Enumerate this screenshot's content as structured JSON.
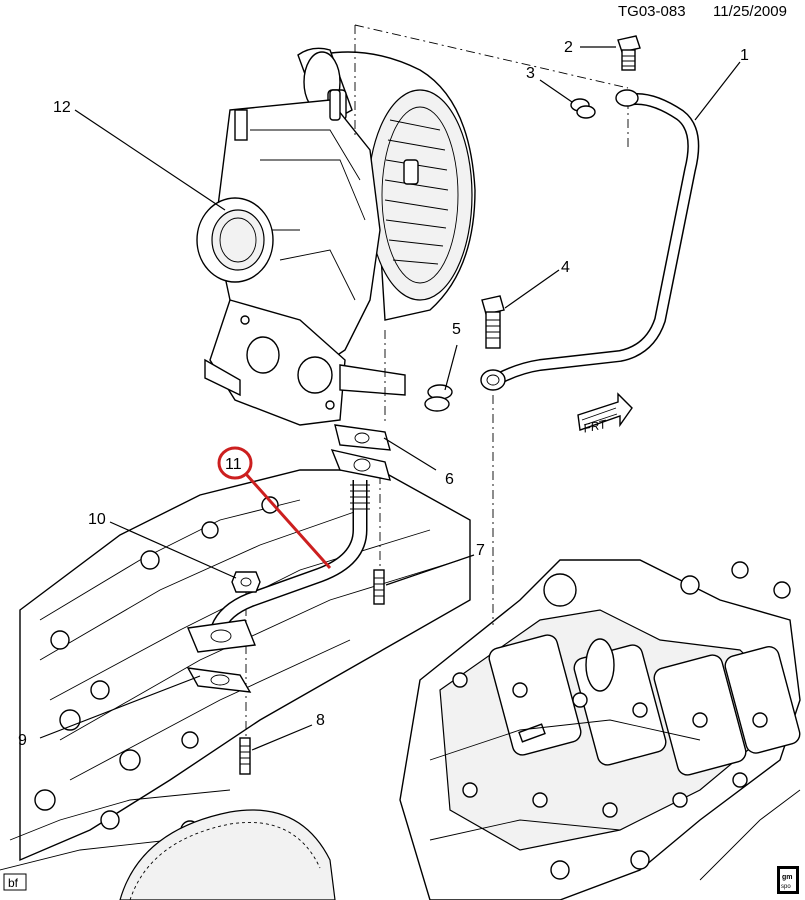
{
  "header": {
    "ref": "TG03-083",
    "date": "11/25/2009"
  },
  "callouts": [
    "1",
    "2",
    "3",
    "4",
    "5",
    "6",
    "7",
    "8",
    "9",
    "10",
    "11",
    "12"
  ],
  "highlighted_callout": "11",
  "frt_label": "FRT",
  "corner_tag": "bf",
  "gm_badge": {
    "line1": "gm",
    "line2": "spo"
  },
  "colors": {
    "highlight": "#cc1f1f",
    "ink": "#000000"
  }
}
